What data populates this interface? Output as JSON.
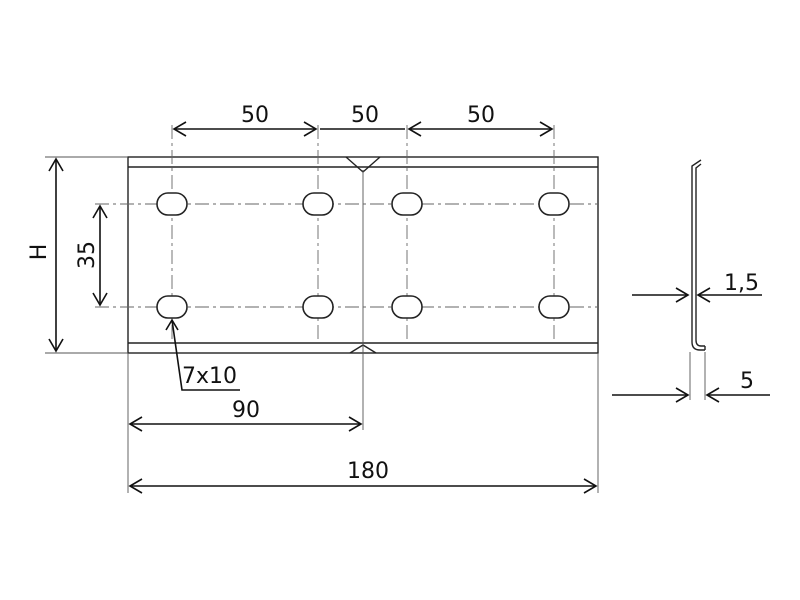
{
  "drawing": {
    "dimensions": {
      "hole_spacing_1": "50",
      "hole_spacing_2": "50",
      "hole_spacing_3": "50",
      "height": "H",
      "hole_row_distance": "35",
      "hole_size": "7x10",
      "half_length": "90",
      "total_length": "180",
      "thickness": "1,5",
      "flange": "5"
    }
  }
}
